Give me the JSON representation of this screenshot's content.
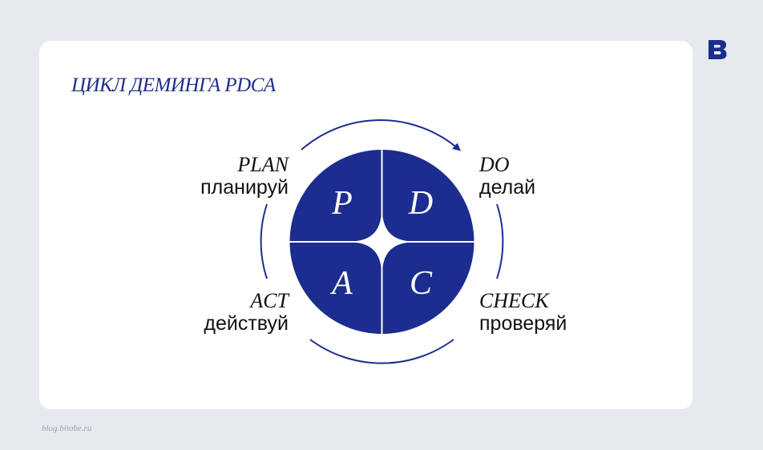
{
  "title": "ЦИКЛ ДЕМИНГА PDCA",
  "footer": "blog.bitobe.ru",
  "logo_icon": "bitobe-b-logo-icon",
  "colors": {
    "accent": "#1c2d8f",
    "background": "#e6e9ee",
    "card": "#ffffff",
    "text": "#111111"
  },
  "quadrants": [
    {
      "letter": "P"
    },
    {
      "letter": "D"
    },
    {
      "letter": "A"
    },
    {
      "letter": "C"
    }
  ],
  "stages": {
    "plan": {
      "en": "PLAN",
      "ru": "планируй"
    },
    "do": {
      "en": "DO",
      "ru": "делай"
    },
    "act": {
      "en": "ACT",
      "ru": "действуй"
    },
    "check": {
      "en": "CHECK",
      "ru": "проверяй"
    }
  }
}
